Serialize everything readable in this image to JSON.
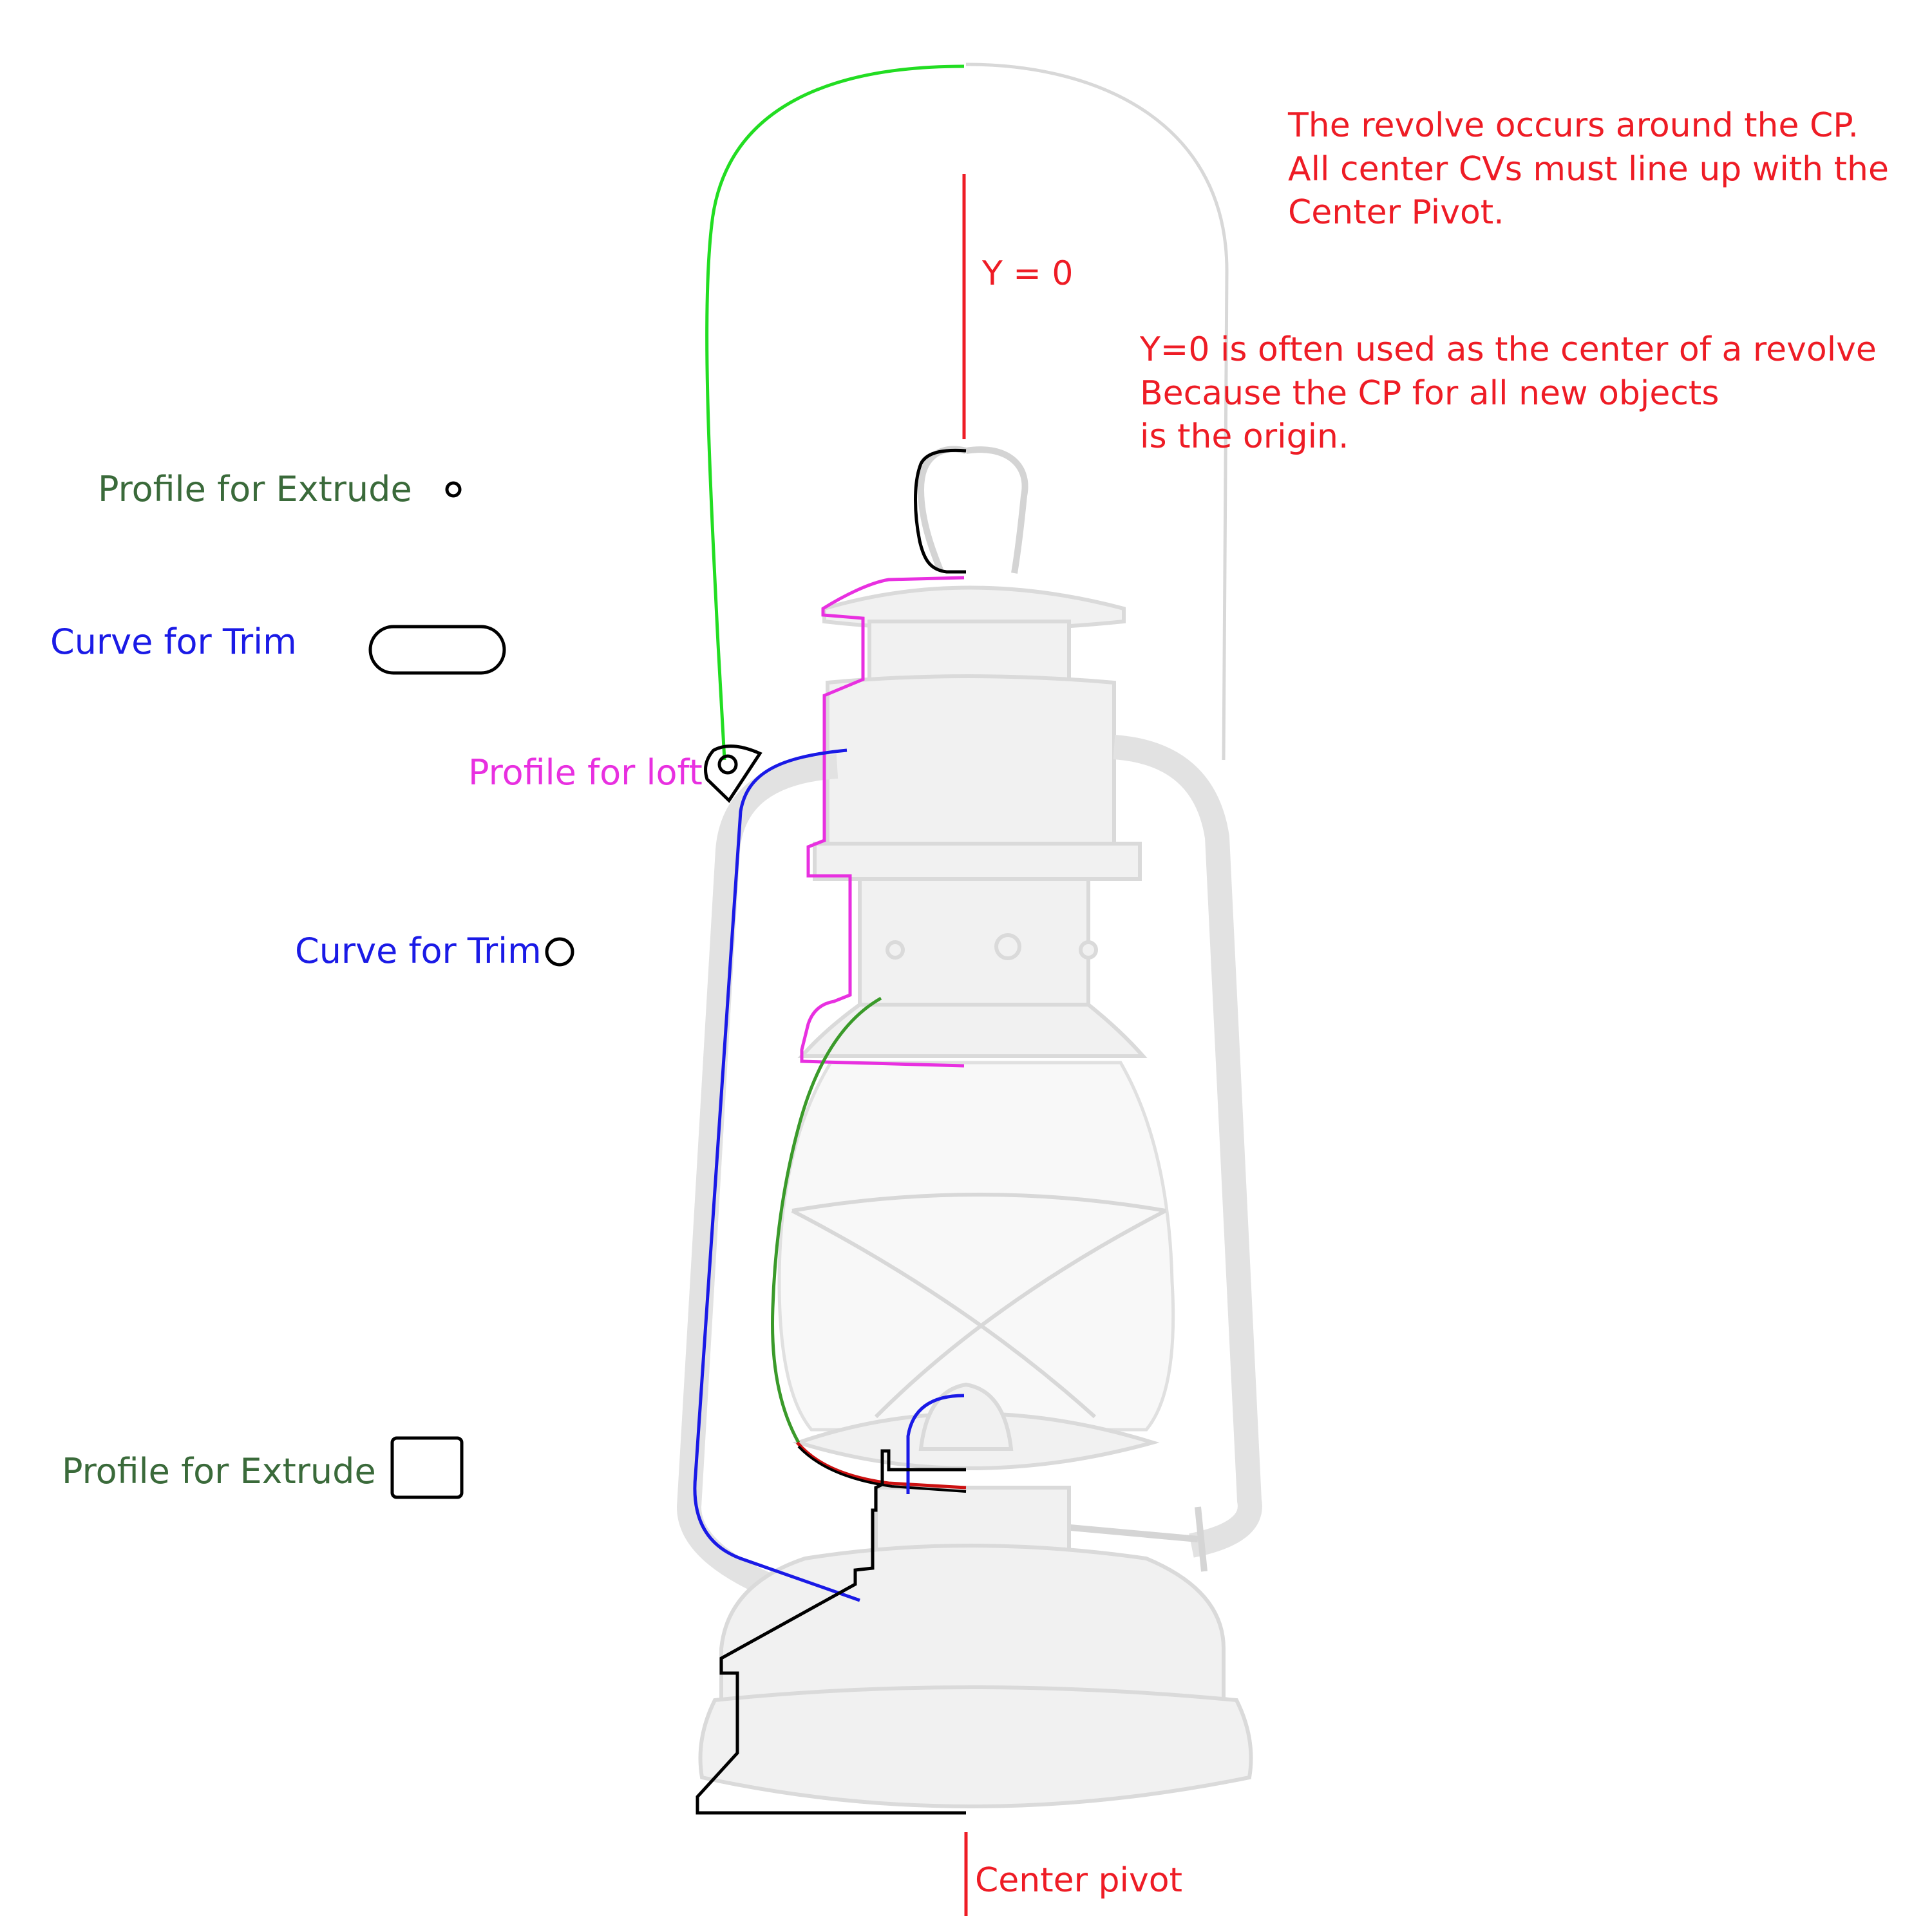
{
  "notes": {
    "cp_note": [
      "The revolve occurs around the CP.",
      "All center CVs must line up with the",
      "Center Pivot."
    ],
    "y0_note": [
      "Y=0 is often used as the center of a revolve",
      "Because the CP  for all new objects",
      "is the origin."
    ]
  },
  "labels": {
    "y_zero": "Y = 0",
    "center_pivot": "Center pivot",
    "profile_extrude_top": "Profile for Extrude",
    "curve_trim_top": "Curve for Trim",
    "profile_loft": "Profile for loft",
    "curve_trim_mid": "Curve for Trim",
    "profile_extrude_bottom": "Profile for Extrude"
  },
  "colors": {
    "annotation": "#ee1c25",
    "extrude": "#3a6a3a",
    "trim": "#1a1ae6",
    "loft": "#e830e0",
    "handle_curve": "#22dd22",
    "globe_curve": "#3a9a2a",
    "base_profile": "#000000",
    "lantern": "#dcdcdc"
  }
}
